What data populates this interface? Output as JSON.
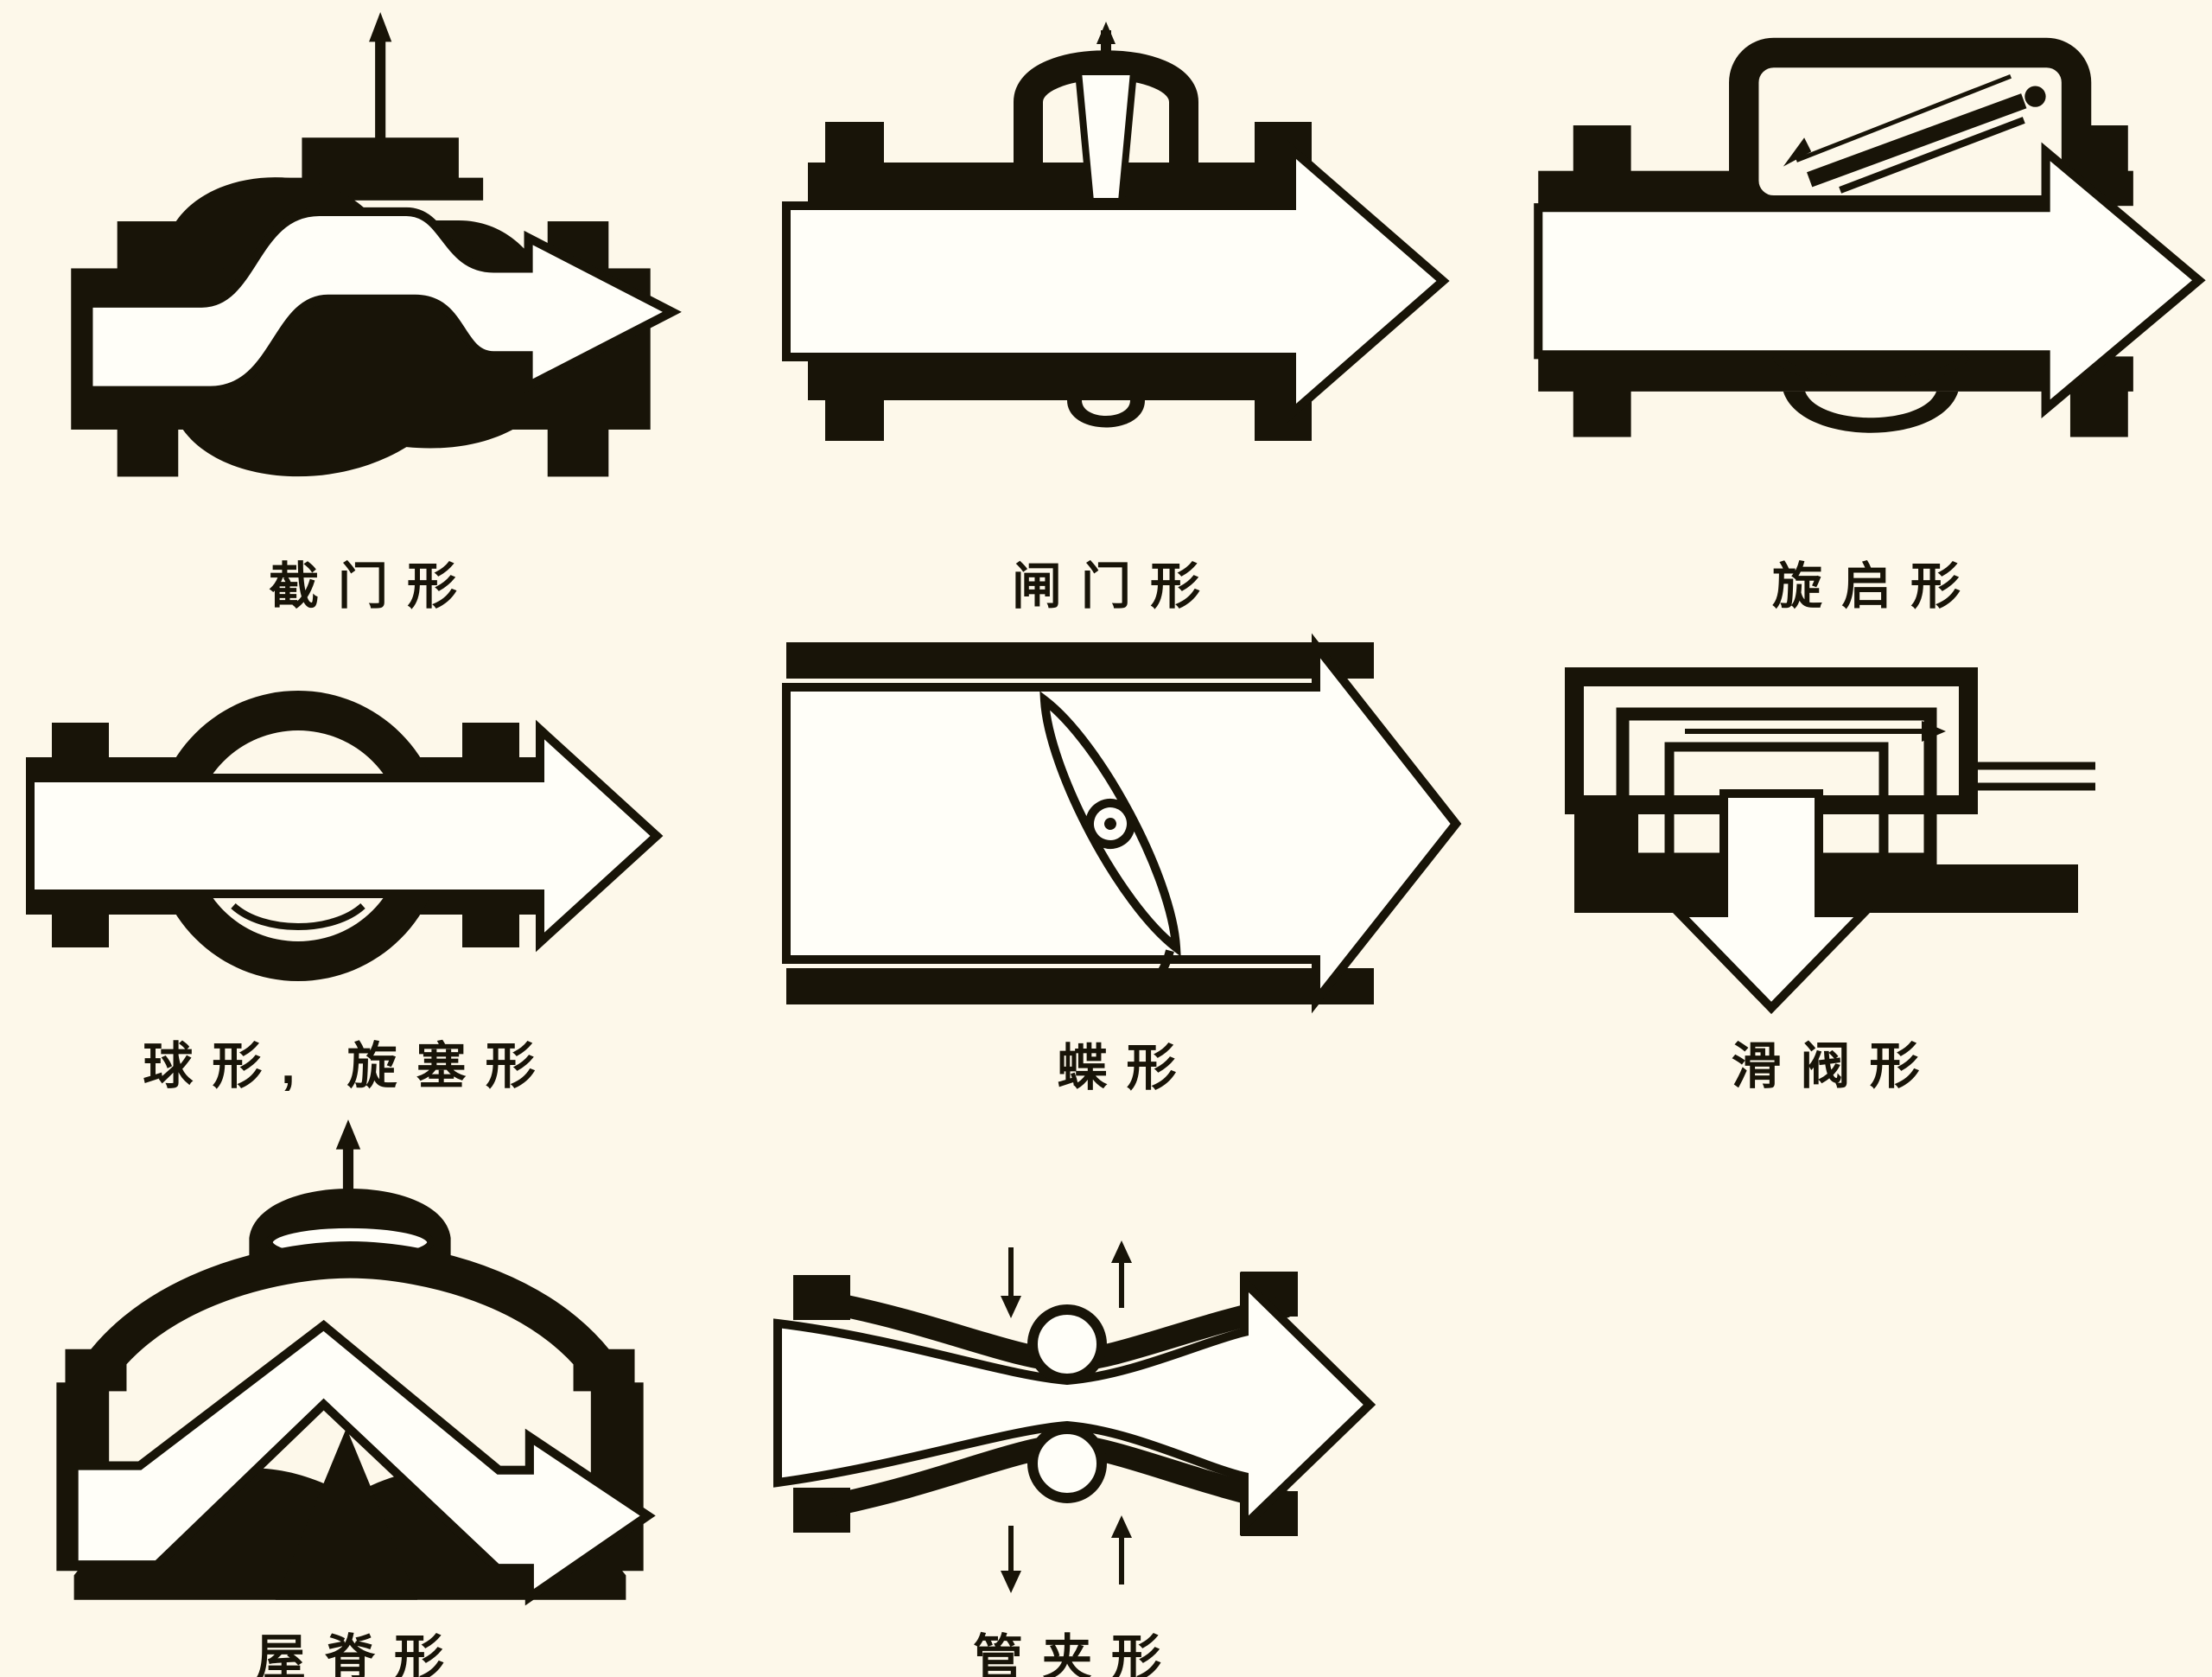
{
  "colors": {
    "ink": "#181408",
    "paper": "#fdf8ea",
    "flow": "#fffef8"
  },
  "valves": [
    {
      "id": "globe",
      "label": "截门形"
    },
    {
      "id": "gate",
      "label": "闸门形"
    },
    {
      "id": "swing-check",
      "label": "旋启形"
    },
    {
      "id": "ball-plug",
      "label": "球形, 旋塞形"
    },
    {
      "id": "butterfly",
      "label": "蝶形"
    },
    {
      "id": "slide",
      "label": "滑阀形"
    },
    {
      "id": "weir",
      "label": "屋脊形"
    },
    {
      "id": "pinch",
      "label": "管夹形"
    }
  ]
}
